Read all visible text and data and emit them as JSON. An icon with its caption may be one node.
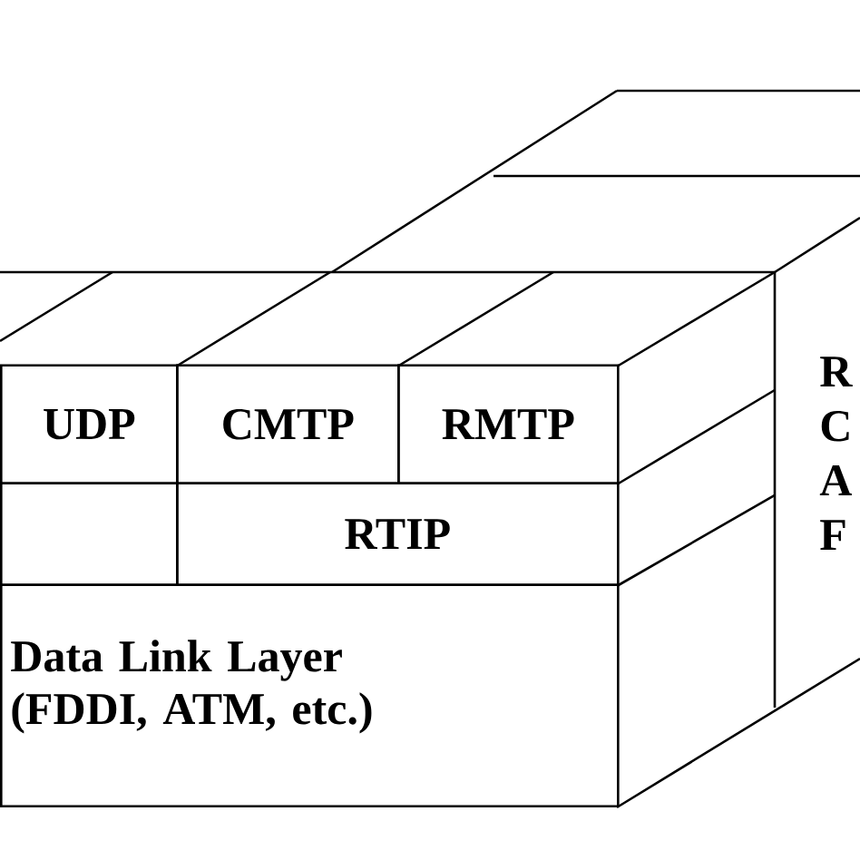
{
  "diagram": {
    "nodes": [
      {
        "text": [
          "UDP"
        ]
      },
      {
        "text": [
          "CMTP"
        ]
      },
      {
        "text": [
          "RMTP"
        ]
      },
      {
        "text": [],
        "shape": "box"
      },
      {
        "text": [
          "RTIP"
        ]
      },
      {
        "text": [
          "Data Link Layer (FDDI, ATM, etc.)"
        ]
      },
      {
        "text": [
          "R C A F"
        ]
      }
    ]
  }
}
